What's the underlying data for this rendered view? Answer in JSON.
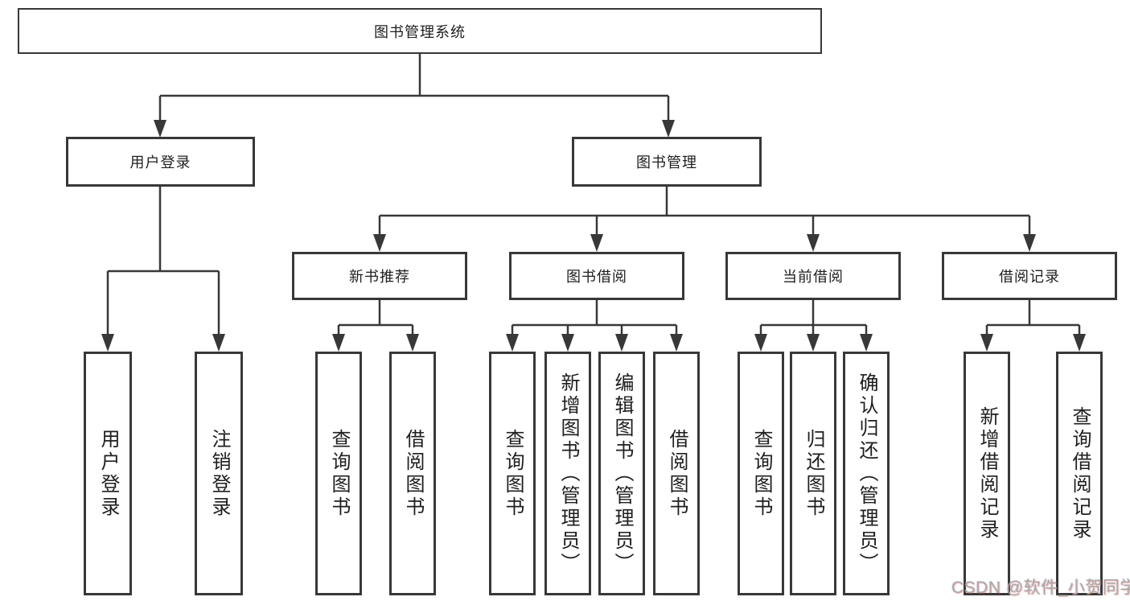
{
  "diagram": {
    "root": {
      "label": "图书管理系统"
    },
    "branches": [
      {
        "label": "用户登录",
        "children": [
          {
            "label": "用户登录"
          },
          {
            "label": "注销登录"
          }
        ]
      },
      {
        "label": "图书管理",
        "children": [
          {
            "label": "新书推荐",
            "children": [
              {
                "label": "查询图书"
              },
              {
                "label": "借阅图书"
              }
            ]
          },
          {
            "label": "图书借阅",
            "children": [
              {
                "label": "查询图书"
              },
              {
                "label": "新增图书（管理员）"
              },
              {
                "label": "编辑图书（管理员）"
              },
              {
                "label": "借阅图书"
              }
            ]
          },
          {
            "label": "当前借阅",
            "children": [
              {
                "label": "查询图书"
              },
              {
                "label": "归还图书"
              },
              {
                "label": "确认归还（管理员）"
              }
            ]
          },
          {
            "label": "借阅记录",
            "children": [
              {
                "label": "新增借阅记录"
              },
              {
                "label": "查询借阅记录"
              }
            ]
          }
        ]
      }
    ]
  },
  "colors": {
    "line": "#383838",
    "watermark_gray": "#a9a9a9"
  },
  "watermark": {
    "text": "CSDN @软件_小贺同学"
  }
}
